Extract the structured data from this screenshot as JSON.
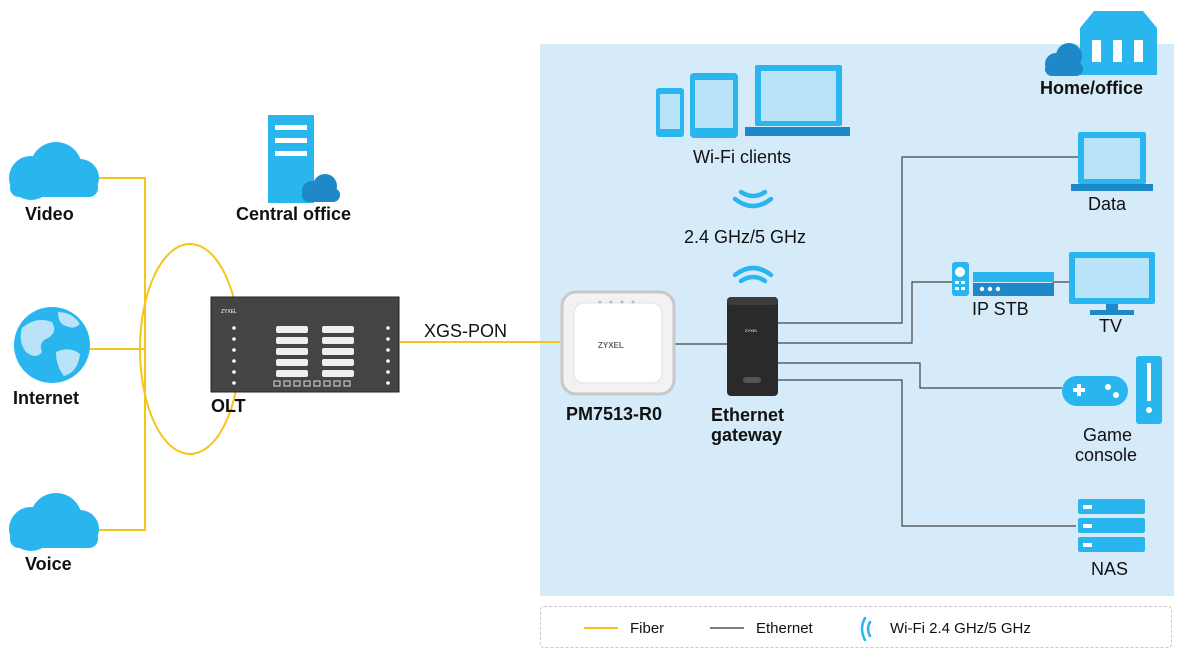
{
  "zones": {
    "home_office": "Home/office",
    "central_office": "Central office"
  },
  "services": {
    "video": "Video",
    "internet": "Internet",
    "voice": "Voice"
  },
  "network": {
    "olt": "OLT",
    "olt_brand": "ZYXEL",
    "link": "XGS-PON",
    "ont_model": "PM7513-R0",
    "ont_brand": "ZYXEL",
    "gateway_line1": "Ethernet",
    "gateway_line2": "gateway",
    "gateway_brand": "ZYXEL"
  },
  "wifi": {
    "clients": "Wi-Fi clients",
    "bands": "2.4 GHz/5 GHz"
  },
  "devices": {
    "data": "Data",
    "ip_stb": "IP STB",
    "tv": "TV",
    "game_line1": "Game",
    "game_line2": "console",
    "nas": "NAS"
  },
  "legend": {
    "fiber": "Fiber",
    "ethernet": "Ethernet",
    "wifi": "Wi-Fi 2.4 GHz/5 GHz"
  },
  "colors": {
    "fiber": "#f5c518",
    "ethernet": "#333333",
    "icon_blue": "#29b6ef",
    "icon_dark": "#1e88c9",
    "home_bg": "#d6ebfa"
  }
}
